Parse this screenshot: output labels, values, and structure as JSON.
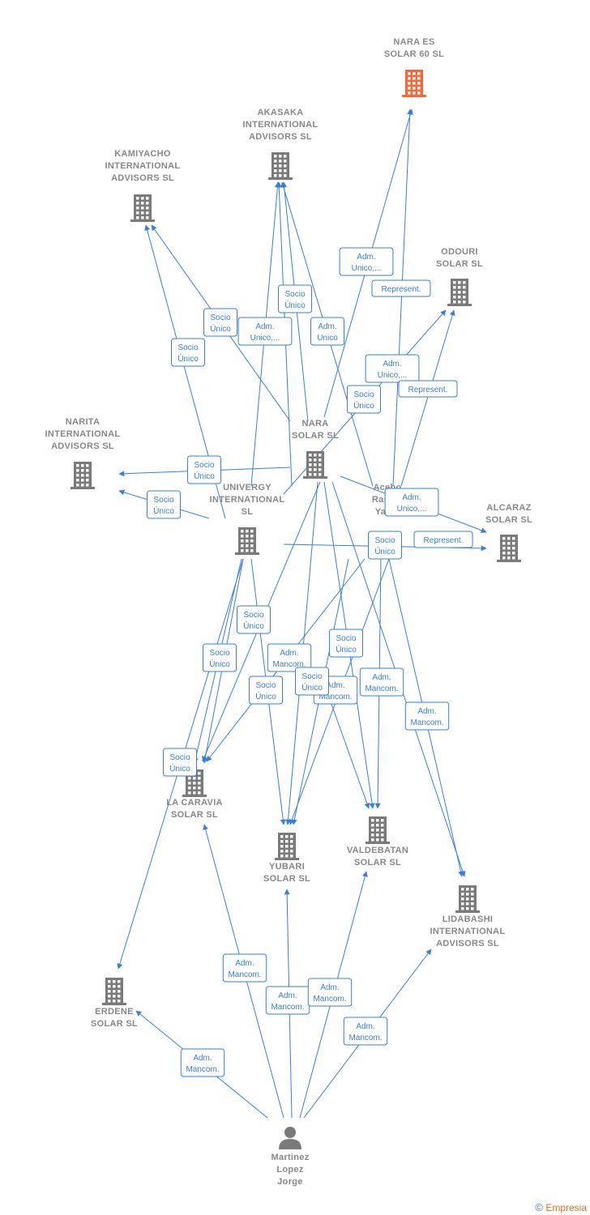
{
  "colors": {
    "edge": "#3a7fd6",
    "company": "#7a7a7a",
    "focus_company": "#f26a3a",
    "person": "#7a7a7a"
  },
  "nodes": [
    {
      "id": "nara60",
      "kind": "company",
      "focus": true,
      "lines": [
        "NARA ES",
        "SOLAR 60  SL"
      ]
    },
    {
      "id": "akasaka",
      "kind": "company",
      "lines": [
        "AKASAKA",
        "INTERNATIONAL",
        "ADVISORS  SL"
      ]
    },
    {
      "id": "kamiyacho",
      "kind": "company",
      "lines": [
        "KAMIYACHO",
        "INTERNATIONAL",
        "ADVISORS  SL"
      ]
    },
    {
      "id": "odouri",
      "kind": "company",
      "lines": [
        "ODOURI",
        "SOLAR  SL"
      ]
    },
    {
      "id": "narita",
      "kind": "company",
      "lines": [
        "NARITA",
        "INTERNATIONAL",
        "ADVISORS  SL"
      ]
    },
    {
      "id": "nara",
      "kind": "company",
      "lines": [
        "NARA",
        "SOLAR  SL"
      ]
    },
    {
      "id": "univergy",
      "kind": "company",
      "lines": [
        "UNIVERGY",
        "INTERNATIONAL",
        "SL"
      ]
    },
    {
      "id": "acebo",
      "kind": "person",
      "lines": [
        "Acebo",
        "Rasp...",
        "Yag..."
      ]
    },
    {
      "id": "alcaraz",
      "kind": "company",
      "lines": [
        "ALCARAZ",
        "SOLAR SL"
      ]
    },
    {
      "id": "lacaravia",
      "kind": "company",
      "lines": [
        "LA CARAVIA",
        "SOLAR  SL"
      ]
    },
    {
      "id": "yubari",
      "kind": "company",
      "lines": [
        "YUBARI",
        "SOLAR  SL"
      ]
    },
    {
      "id": "valdebatan",
      "kind": "company",
      "lines": [
        "VALDEBATAN",
        "SOLAR  SL"
      ]
    },
    {
      "id": "lidabashi",
      "kind": "company",
      "lines": [
        "LIDABASHI",
        "INTERNATIONAL",
        "ADVISORS  SL"
      ]
    },
    {
      "id": "erdene",
      "kind": "company",
      "lines": [
        "ERDENE",
        "SOLAR  SL"
      ]
    },
    {
      "id": "martinez",
      "kind": "person",
      "lines": [
        "Martinez",
        "Lopez",
        "Jorge"
      ]
    }
  ],
  "edge_labels": [
    {
      "id": "e1",
      "lines": [
        "Adm.",
        "Unico,..."
      ]
    },
    {
      "id": "e2",
      "lines": [
        "Represent."
      ]
    },
    {
      "id": "e3",
      "lines": [
        "Socio",
        "Único"
      ]
    },
    {
      "id": "e4",
      "lines": [
        "Socio",
        "Único"
      ]
    },
    {
      "id": "e5",
      "lines": [
        "Adm.",
        "Unico,..."
      ]
    },
    {
      "id": "e6",
      "lines": [
        "Adm.",
        "Unico"
      ]
    },
    {
      "id": "e7",
      "lines": [
        "Socio",
        "Único"
      ]
    },
    {
      "id": "e8",
      "lines": [
        "Adm.",
        "Unico,..."
      ]
    },
    {
      "id": "e9",
      "lines": [
        "Represent."
      ]
    },
    {
      "id": "e10",
      "lines": [
        "Socio",
        "Único"
      ]
    },
    {
      "id": "e11",
      "lines": [
        "Socio",
        "Único"
      ]
    },
    {
      "id": "e12",
      "lines": [
        "Socio",
        "Único"
      ]
    },
    {
      "id": "e13",
      "lines": [
        "Adm.",
        "Unico,..."
      ]
    },
    {
      "id": "e14",
      "lines": [
        "Socio",
        "Único"
      ]
    },
    {
      "id": "e15",
      "lines": [
        "Represent."
      ]
    },
    {
      "id": "e16",
      "lines": [
        "Socio",
        "Único"
      ]
    },
    {
      "id": "e17",
      "lines": [
        "Socio",
        "Único"
      ]
    },
    {
      "id": "e18",
      "lines": [
        "Adm.",
        "Mancom."
      ]
    },
    {
      "id": "e19",
      "lines": [
        "Socio",
        "Único"
      ]
    },
    {
      "id": "e20",
      "lines": [
        "Socio",
        "Único"
      ]
    },
    {
      "id": "e21",
      "lines": [
        "Adm.",
        "Mancom."
      ]
    },
    {
      "id": "e22",
      "lines": [
        "Socio",
        "Único"
      ]
    },
    {
      "id": "e23",
      "lines": [
        "Adm.",
        "Mancom."
      ]
    },
    {
      "id": "e24",
      "lines": [
        "Adm.",
        "Mancom."
      ]
    },
    {
      "id": "e25",
      "lines": [
        "Socio",
        "Único"
      ]
    },
    {
      "id": "e26",
      "lines": [
        "Adm.",
        "Mancom."
      ]
    },
    {
      "id": "e27",
      "lines": [
        "Adm.",
        "Mancom."
      ]
    },
    {
      "id": "e28",
      "lines": [
        "Adm.",
        "Mancom."
      ]
    },
    {
      "id": "e29",
      "lines": [
        "Adm.",
        "Mancom."
      ]
    },
    {
      "id": "e30",
      "lines": [
        "Adm.",
        "Mancom."
      ]
    }
  ],
  "footer": {
    "copyright": "©",
    "brand": "Empresia"
  }
}
